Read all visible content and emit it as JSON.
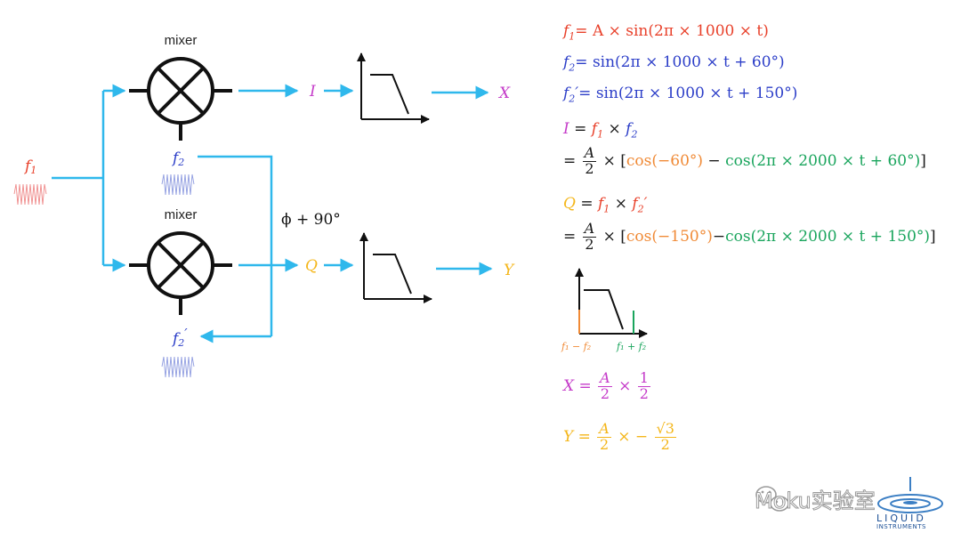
{
  "diagram": {
    "mixer_top_label": "mixer",
    "mixer_bottom_label": "mixer",
    "input_label": "f",
    "input_sub": "1",
    "f2_label": "f",
    "f2_sub": "2",
    "f2p_label": "f",
    "f2p_sub": "2",
    "f2p_prime": "′",
    "I_label": "I",
    "Q_label": "Q",
    "X_label": "X",
    "Y_label": "Y",
    "phase_label": "ϕ + 90°"
  },
  "spectrum": {
    "diff_label": "f₁ − f₂",
    "sum_label": "f₁ + f₂"
  },
  "equations": {
    "e1_rhs": "= A × sin(2π × 1000 × t)",
    "e2_rhs": "= sin(2π × 1000 × t + 60°)",
    "e3_rhs": "= sin(2π × 1000 × t + 150°)",
    "e4_lhs": "I",
    "e4_eq": " = ",
    "e4_times": " × ",
    "e5_open": " × [",
    "e5_cos1": "cos(−60°)",
    "e5_minus": " − ",
    "e5_cos2": "cos(2π × 2000 × t + 60°)",
    "e5_close": "]",
    "e6_lhs": "Q",
    "e6_eq": " = ",
    "e6_times": " × ",
    "e7_open": " × [",
    "e7_cos1": "cos(−150°)",
    "e7_minus": "−",
    "e7_cos2": "cos(2π × 2000 × t + 150°)",
    "e7_close": "]",
    "e8_lhs": "X = ",
    "e8_times": " × ",
    "e9_lhs": "Y = ",
    "e9_times": " × − ",
    "frac_A": "A",
    "frac_2": "2",
    "frac_1": "1",
    "frac_sqrt3": "√3",
    "eq_sign": "= "
  },
  "watermark": {
    "text": "Moku实验室",
    "logo_line1": "LIQUID",
    "logo_line2": "INSTRUMENTS"
  },
  "colors": {
    "signal_line": "#2fb8ec",
    "f1": "#e8402a",
    "f2": "#2c3ec8",
    "I": "#c53cc9",
    "Q": "#f4b61a",
    "cos_low": "#f08a36",
    "cos_high": "#1aa55d"
  }
}
